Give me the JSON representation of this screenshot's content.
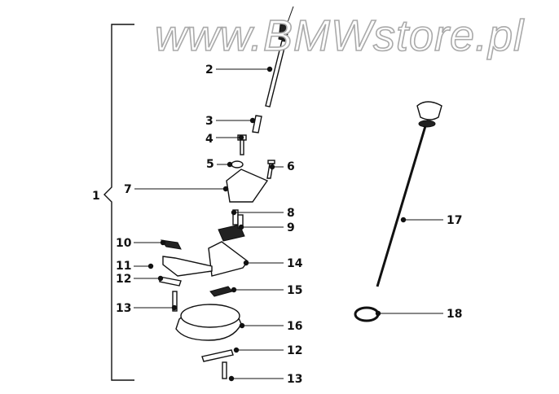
{
  "diagram": {
    "watermark": "www.BMWstore.pl",
    "assembly_label": "1",
    "callouts": [
      "2",
      "3",
      "4",
      "5",
      "6",
      "7",
      "8",
      "9",
      "10",
      "11",
      "12",
      "13",
      "14",
      "15",
      "16",
      "12",
      "13",
      "17",
      "18"
    ]
  }
}
